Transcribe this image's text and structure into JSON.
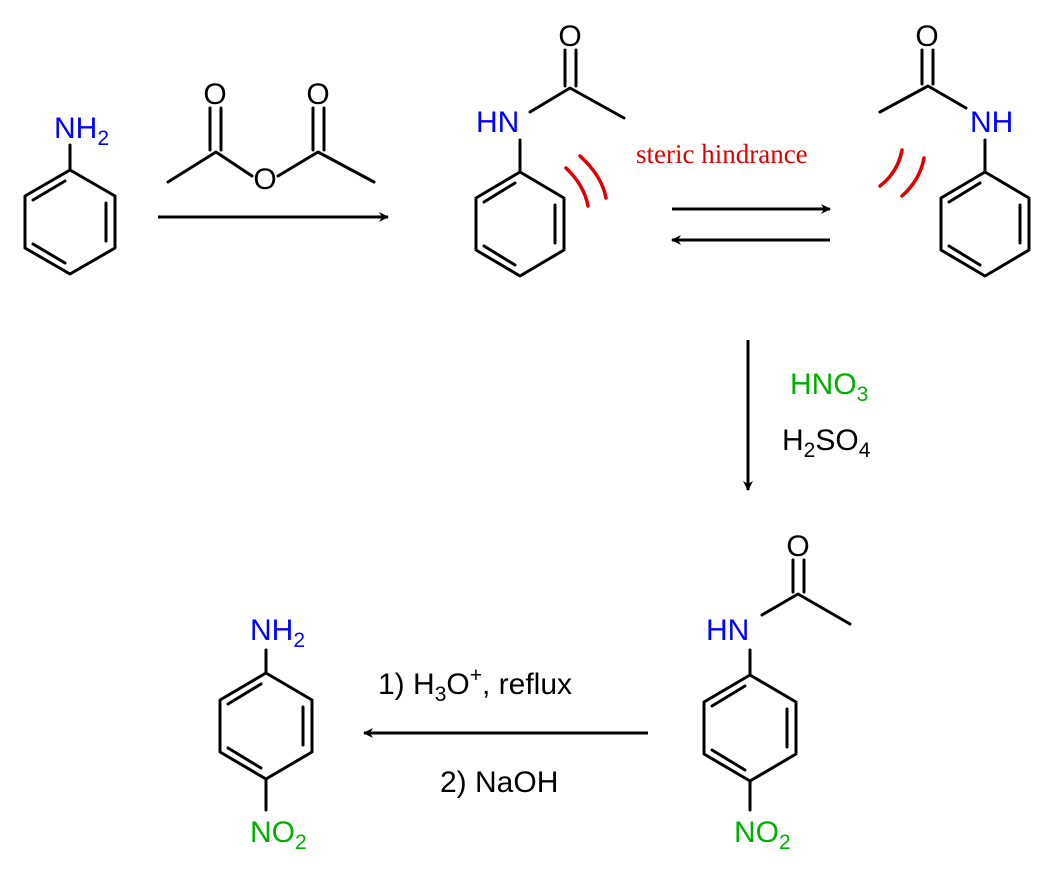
{
  "colors": {
    "bond": "#000000",
    "nitrogen": "#0000ff",
    "nitro": "#00b000",
    "hindrance": "#e00000"
  },
  "labels": {
    "aniline_nh2": {
      "main": "NH",
      "sub": "2"
    },
    "anhydride_o1": "O",
    "anhydride_o2": "O",
    "anhydride_o_bridge": "O",
    "acet1_o": "O",
    "acet1_hn": "HN",
    "acet2_o": "O",
    "acet2_nh": "NH",
    "steric": "steric hindrance",
    "reagent_hno3": {
      "main": "HNO",
      "sub": "3"
    },
    "reagent_h2so4": {
      "a": "H",
      "sub1": "2",
      "b": "SO",
      "sub2": "4"
    },
    "acet3_o": "O",
    "acet3_hn": "HN",
    "acet3_no2": {
      "main": "NO",
      "sub": "2"
    },
    "prod_nh2": {
      "main": "NH",
      "sub": "2"
    },
    "prod_no2": {
      "main": "NO",
      "sub": "2"
    },
    "step1": {
      "a": "1) H",
      "sub": "3",
      "b": "O",
      "sup": "+",
      "c": ", reflux"
    },
    "step2": "2) NaOH"
  }
}
